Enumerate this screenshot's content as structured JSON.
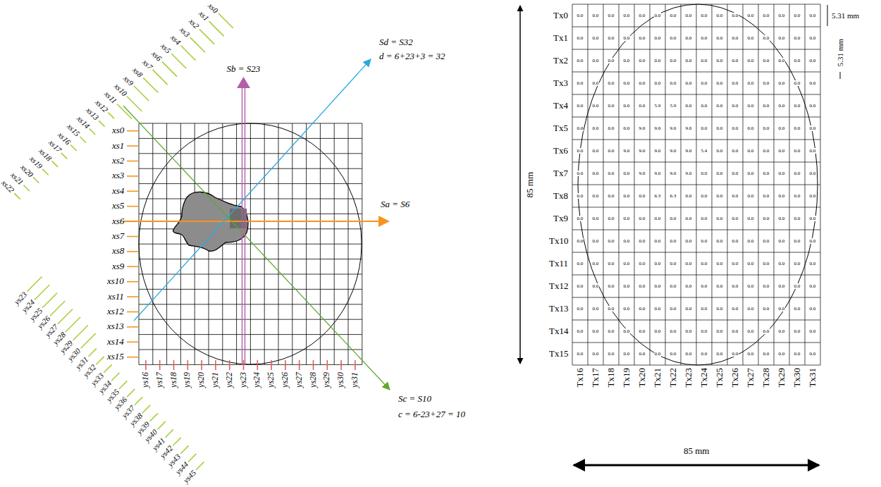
{
  "diagram": {
    "labels": [
      "xs0",
      "xs1",
      "xs2",
      "xs3",
      "xs4",
      "xs5",
      "xs6",
      "xs7",
      "xs8",
      "xs9",
      "xs10",
      "xs11",
      "xs12",
      "xs13",
      "xs14",
      "xs15",
      "xs0",
      "xs1",
      "xs2",
      "xs3",
      "xs4",
      "xs5",
      "xs6",
      "xs7",
      "xs8",
      "xs9",
      "xs10",
      "xs11",
      "xs12",
      "xs13",
      "xs14",
      "xs15",
      "xs16",
      "xs17",
      "xs18",
      "xs19",
      "xs20",
      "xs21",
      "xs22",
      "ys23",
      "ys24",
      "ys25",
      "ys26",
      "ys27",
      "ys28",
      "ys29",
      "ys30",
      "ys31",
      "ys32",
      "ys33",
      "ys34",
      "ys35",
      "ys36",
      "ys37",
      "ys38",
      "ys39",
      "ys40",
      "ys41",
      "ys42",
      "ys43",
      "ys44",
      "ys45",
      "ys16",
      "ys17",
      "ys18",
      "ys19",
      "ys20",
      "ys21",
      "ys22",
      "ys23",
      "ys24",
      "ys25",
      "ys26",
      "ys27",
      "ys28",
      "ys29",
      "ys30",
      "ys31",
      "Sb = S23",
      "Sd = S32",
      "d = 6+23+3 = 32",
      "Sa = S6",
      "Sc = S10",
      "c = 6-23+27 = 10",
      "Tx0",
      "Tx1",
      "Tx2",
      "Tx3",
      "Tx4",
      "Tx5",
      "Tx6",
      "Tx7",
      "Tx8",
      "Tx9",
      "Tx10",
      "Tx11",
      "Tx12",
      "Tx13",
      "Tx14",
      "Tx15",
      "Tx16",
      "Tx17",
      "Tx18",
      "Tx19",
      "Tx20",
      "Tx21",
      "Tx22",
      "Tx23",
      "Tx24",
      "Tx25",
      "Tx26",
      "Tx27",
      "Tx28",
      "Tx29",
      "Tx30",
      "Tx31",
      "0.0",
      "0.0",
      "0.0",
      "0.0",
      "0.0",
      "0.0",
      "0.0",
      "0.0",
      "0.0",
      "0.0",
      "0.0",
      "0.0",
      "0.0",
      "0.0",
      "0.0",
      "0.0",
      "0.0",
      "0.0",
      "0.0",
      "0.0",
      "0.0",
      "0.0",
      "0.0",
      "0.0",
      "0.0",
      "0.0",
      "0.0",
      "0.0",
      "0.0",
      "0.0",
      "0.0",
      "0.0",
      "0.0",
      "0.0",
      "0.0",
      "0.0",
      "0.0",
      "0.0",
      "0.0",
      "0.0",
      "0.0",
      "0.0",
      "0.0",
      "0.0",
      "0.0",
      "0.0",
      "0.0",
      "0.0",
      "0.0",
      "0.0",
      "0.0",
      "0.0",
      "0.0",
      "0.0",
      "0.0",
      "0.0",
      "0.0",
      "0.0",
      "0.0",
      "0.0",
      "0.0",
      "0.0",
      "0.0",
      "0.0",
      "0.0",
      "0.0",
      "0.0",
      "0.0",
      "0.0",
      "5.9",
      "5.9",
      "0.0",
      "0.0",
      "0.0",
      "0.0",
      "0.0",
      "0.0",
      "0.0",
      "0.0",
      "0.0",
      "0.0",
      "0.0",
      "0.0",
      "0.0",
      "9.0",
      "9.0",
      "9.0",
      "9.0",
      "0.0",
      "0.0",
      "0.0",
      "0.0",
      "0.0",
      "0.0",
      "0.0",
      "0.0",
      "0.0",
      "0.0",
      "0.0",
      "9.0",
      "9.0",
      "9.0",
      "9.0",
      "9.0",
      "5.4",
      "0.0",
      "0.0",
      "0.0",
      "0.0",
      "0.0",
      "0.0",
      "0.0",
      "0.0",
      "0.0",
      "0.0",
      "0.0",
      "9.0",
      "9.0",
      "9.0",
      "9.0",
      "0.0",
      "0.0",
      "0.0",
      "0.0",
      "0.0",
      "0.0",
      "0.0",
      "0.0",
      "0.0",
      "0.0",
      "0.0",
      "0.0",
      "0.0",
      "6.3",
      "6.3",
      "0.0",
      "0.0",
      "0.0",
      "0.0",
      "0.0",
      "0.0",
      "0.0",
      "0.0",
      "0.0",
      "0.0",
      "0.0",
      "0.0",
      "0.0",
      "0.0",
      "0.0",
      "0.0",
      "0.0",
      "0.0",
      "0.0",
      "0.0",
      "0.0",
      "0.0",
      "0.0",
      "0.0",
      "0.0",
      "0.0",
      "0.0",
      "0.0",
      "0.0",
      "0.0",
      "0.0",
      "0.0",
      "0.0",
      "0.0",
      "0.0",
      "0.0",
      "0.0",
      "0.0",
      "0.0",
      "0.0",
      "0.0",
      "0.0",
      "0.0",
      "0.0",
      "0.0",
      "0.0",
      "0.0",
      "0.0",
      "0.0",
      "0.0",
      "0.0",
      "0.0",
      "0.0",
      "0.0",
      "0.0",
      "0.0",
      "0.0",
      "0.0",
      "0.0",
      "0.0",
      "0.0",
      "0.0",
      "0.0",
      "0.0",
      "0.0",
      "0.0",
      "0.0",
      "0.0",
      "0.0",
      "0.0",
      "0.0",
      "0.0",
      "0.0",
      "0.0",
      "0.0",
      "0.0",
      "0.0",
      "0.0",
      "0.0",
      "0.0",
      "0.0",
      "0.0",
      "0.0",
      "0.0",
      "0.0",
      "0.0",
      "0.0",
      "0.0",
      "0.0",
      "0.0",
      "0.0",
      "0.0",
      "0.0",
      "0.0",
      "0.0",
      "0.0",
      "0.0",
      "0.0",
      "0.0",
      "0.0",
      "0.0",
      "0.0",
      "0.0",
      "0.0",
      "0.0",
      "0.0",
      "0.0",
      "0.0",
      "0.0",
      "0.0",
      "0.0",
      "0.0",
      "0.0",
      "0.0",
      "0.0",
      "0.0",
      "0.0",
      "0.0",
      "0.0",
      "0.0",
      "0.0",
      "85 mm",
      "85 mm",
      "5.31 mm",
      "5.31 mm"
    ]
  }
}
